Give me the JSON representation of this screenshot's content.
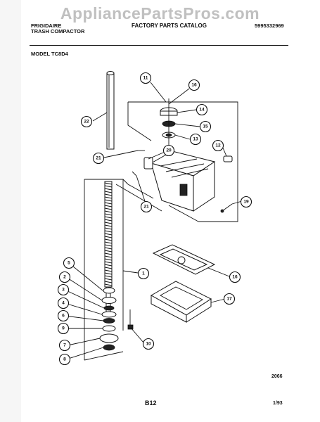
{
  "watermark": "AppliancePartsPros.com",
  "header": {
    "brand": "FRIGIDAIRE",
    "product": "TRASH COMPACTOR",
    "catalog": "FACTORY PARTS CATALOG",
    "catalog_number": "5995332969",
    "model": "MODEL TC8D4"
  },
  "callouts": [
    "1",
    "2",
    "3",
    "4",
    "5",
    "6",
    "7",
    "8",
    "9",
    "10",
    "11",
    "12",
    "13",
    "14",
    "15",
    "16",
    "16",
    "17",
    "19",
    "20",
    "21",
    "21",
    "22"
  ],
  "footer": {
    "drawing_number": "2066",
    "page": "B12",
    "date": "1/93"
  }
}
